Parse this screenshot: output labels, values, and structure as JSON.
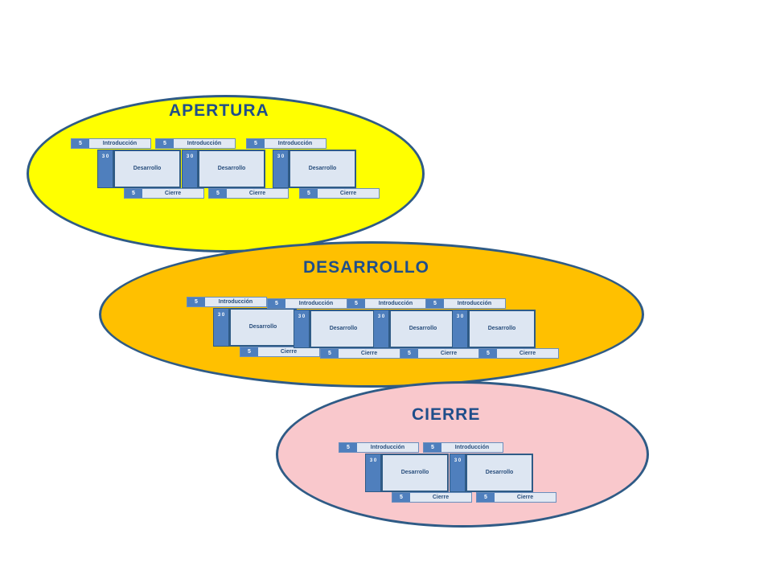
{
  "colors": {
    "apertura_fill": "#ffff00",
    "desarrollo_fill": "#ffc000",
    "cierre_fill": "#f9c8cc",
    "outline": "#2f5b86",
    "title": "#1f4e8a",
    "module_blue": "#4f7fbd",
    "module_light": "#dde6f2"
  },
  "phases": {
    "apertura": {
      "title": "APERTURA",
      "module_count": 3
    },
    "desarrollo": {
      "title": "DESARROLLO",
      "module_count": 4
    },
    "cierre": {
      "title": "CIERRE",
      "module_count": 2
    }
  },
  "module": {
    "intro_minutes": "5",
    "intro_label": "Introducción",
    "dev_minutes": "3 0",
    "dev_label": "Desarrollo",
    "close_minutes": "5",
    "close_label": "Cierre"
  }
}
